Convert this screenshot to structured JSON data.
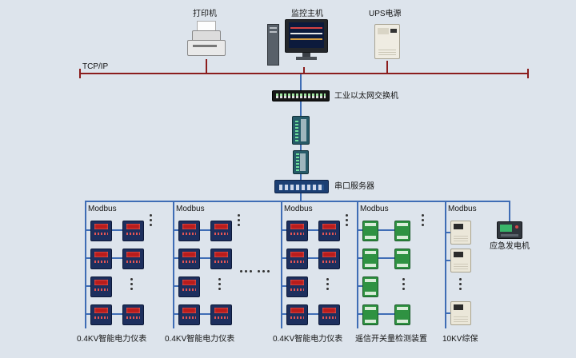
{
  "colors": {
    "background": "#dde4ec",
    "tcp_bus": "#8b1d1d",
    "link_blue": "#3f6db5",
    "meter_body": "#1d2f5e",
    "meter_display": "#b91c1c",
    "io_module_green": "#2f9242",
    "relay_beige": "#ebe7d9"
  },
  "top_devices": {
    "printer": "打印机",
    "host": "监控主机",
    "ups": "UPS电源"
  },
  "network": {
    "bus_label": "TCP/IP",
    "switch_label": "工业以太网交换机",
    "serial_server_label": "串口服务器"
  },
  "branches": [
    {
      "bus_label": "Modbus",
      "device_label": "0.4KV智能电力仪表"
    },
    {
      "bus_label": "Modbus",
      "device_label": "0.4KV智能电力仪表"
    },
    {
      "bus_label": "Modbus",
      "device_label": "0.4KV智能电力仪表"
    },
    {
      "bus_label": "Modbus",
      "device_label": "遥信开关量检测装置"
    },
    {
      "bus_label": "Modbus",
      "device_label": "10KV综保"
    }
  ],
  "generator": {
    "label": "应急发电机"
  }
}
